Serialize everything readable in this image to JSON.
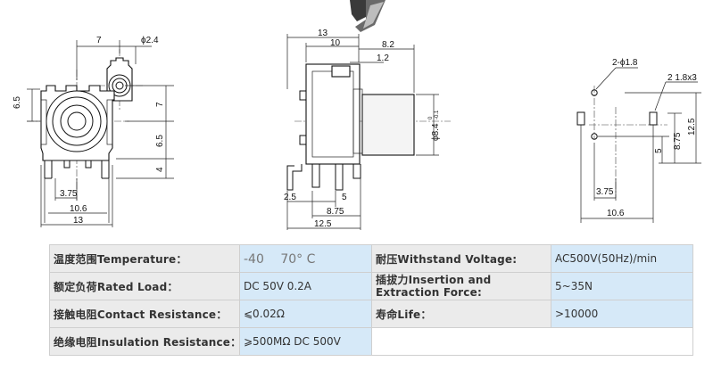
{
  "dimensions": {
    "front": {
      "d1": "7",
      "d2": "ϕ2.4",
      "d3": "6.5",
      "d4": "7",
      "d5": "6.5",
      "d6": "4",
      "d7": "3.75",
      "d8": "10.6",
      "d9": "13"
    },
    "side": {
      "d1": "13",
      "d2": "10",
      "d3": "8.2",
      "d4": "1.2",
      "d5": "ϕ8.4",
      "d5_tol": "0\n-0.1",
      "d6": "2.5",
      "d7": "5",
      "d8": "8.75",
      "d9": "12.5"
    },
    "pcb": {
      "d1": "2-ϕ1.8",
      "d2": "2 1.8x3",
      "d3": "12.5",
      "d4": "8.75",
      "d5": "5",
      "d6": "3.75",
      "d7": "10.6"
    }
  },
  "specs": {
    "temperature": {
      "label_cn": "温度范围",
      "label_en": "Temperature：",
      "value": "-40 　70° C"
    },
    "withstand": {
      "label_cn": "耐压",
      "label_en": "Withstand Voltage:",
      "value": "AC500V(50Hz)/min"
    },
    "rated_load": {
      "label_cn": "额定负荷",
      "label_en": "Rated Load：",
      "value": "DC 50V 0.2A"
    },
    "insertion": {
      "label_cn": "插拔力",
      "label_en": "Insertion and Extraction Force:",
      "value": "5~35N"
    },
    "contact": {
      "label_cn": "接触电阻",
      "label_en": "Contact Resistance：",
      "value": "⩽0.02Ω"
    },
    "life": {
      "label_cn": "寿命",
      "label_en": "Life：",
      "value": "&gt;10000"
    },
    "insulation": {
      "label_cn": "绝缘电阻",
      "label_en": "Insulation Resistance：",
      "value": "⩾500MΩ DC 500V"
    }
  }
}
